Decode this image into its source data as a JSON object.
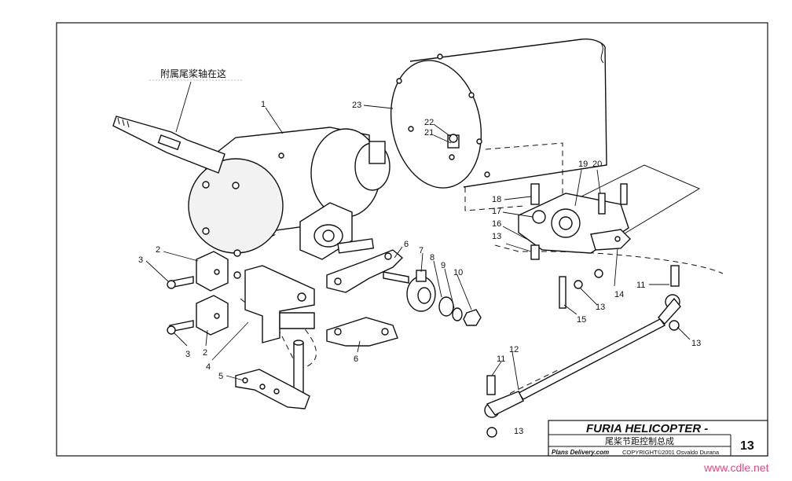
{
  "annotation": "附属尾桨轴在这",
  "parts": {
    "p1": "1",
    "p2a": "2",
    "p2b": "2",
    "p3a": "3",
    "p3b": "3",
    "p4": "4",
    "p5": "5",
    "p6a": "6",
    "p6b": "6",
    "p7": "7",
    "p8": "8",
    "p9": "9",
    "p10": "10",
    "p11a": "11",
    "p11b": "11",
    "p12": "12",
    "p13a": "13",
    "p13b": "13",
    "p13c": "13",
    "p13d": "13",
    "p14": "14",
    "p15": "15",
    "p16": "16",
    "p17": "17",
    "p18": "18",
    "p19": "19",
    "p20": "20",
    "p21": "21",
    "p22": "22",
    "p23": "23"
  },
  "title_block": {
    "title": "FURIA HELICOPTER -",
    "subtitle": "尾桨节距控制总成",
    "brand": "Plans Delivery.com",
    "copyright": "COPYRIGHT©2001 Osvaldo Durana",
    "sheet": "13"
  },
  "watermark": "www.cdle.net"
}
